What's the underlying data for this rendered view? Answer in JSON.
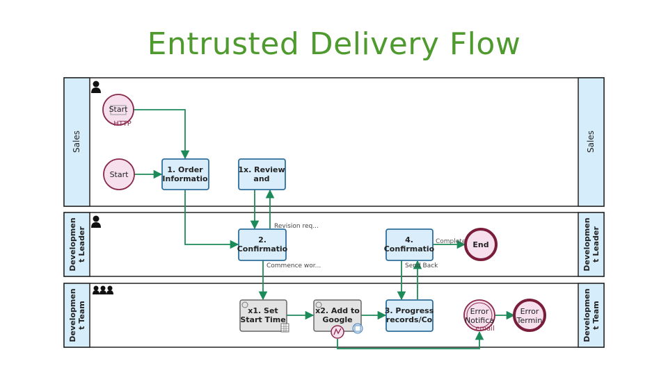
{
  "title": "Entrusted Delivery Flow",
  "colors": {
    "title": "#4f9a2f",
    "lane_header_fill": "#d6eefb",
    "task_fill": "#d9edfb",
    "task_stroke": "#2f6e9b",
    "service_task_fill": "#e3e3e3",
    "event_fill": "#f6e0ee",
    "event_stroke": "#8a2a4a",
    "flow": "#1d8a5a"
  },
  "lanes": [
    {
      "id": "sales",
      "label": "Sales",
      "icon": "single-user-icon"
    },
    {
      "id": "leader",
      "label": "Developmen t Leader",
      "icon": "single-user-icon"
    },
    {
      "id": "team",
      "label": "Developmen t Team",
      "icon": "group-users-icon"
    }
  ],
  "nodes": {
    "start_http": {
      "label": "Start",
      "sublabel": "HTTP"
    },
    "start": {
      "label": "Start"
    },
    "order_info": {
      "line1": "1. Order",
      "line2": "Informatio"
    },
    "review": {
      "line1": "1x. Review",
      "line2": "and"
    },
    "confirm2": {
      "line1": "2.",
      "line2": "Confirmatio"
    },
    "confirm4": {
      "line1": "4.",
      "line2": "Confirmatio"
    },
    "end": {
      "label": "End"
    },
    "set_start": {
      "line1": "x1. Set",
      "line2": "Start Time"
    },
    "add_google": {
      "line1": "x2. Add to",
      "line2": "Google"
    },
    "progress": {
      "line1": "3. Progress",
      "line2": "records/Co"
    },
    "error_notify": {
      "line1": "Error",
      "line2": "Notifica",
      "line3": "email"
    },
    "error_term": {
      "line1": "Error",
      "line2": "Termin"
    }
  },
  "flow_labels": {
    "revision": "Revision req...",
    "commence": "Commence wor...",
    "complete": "Complete",
    "send_back": "Send Back"
  }
}
